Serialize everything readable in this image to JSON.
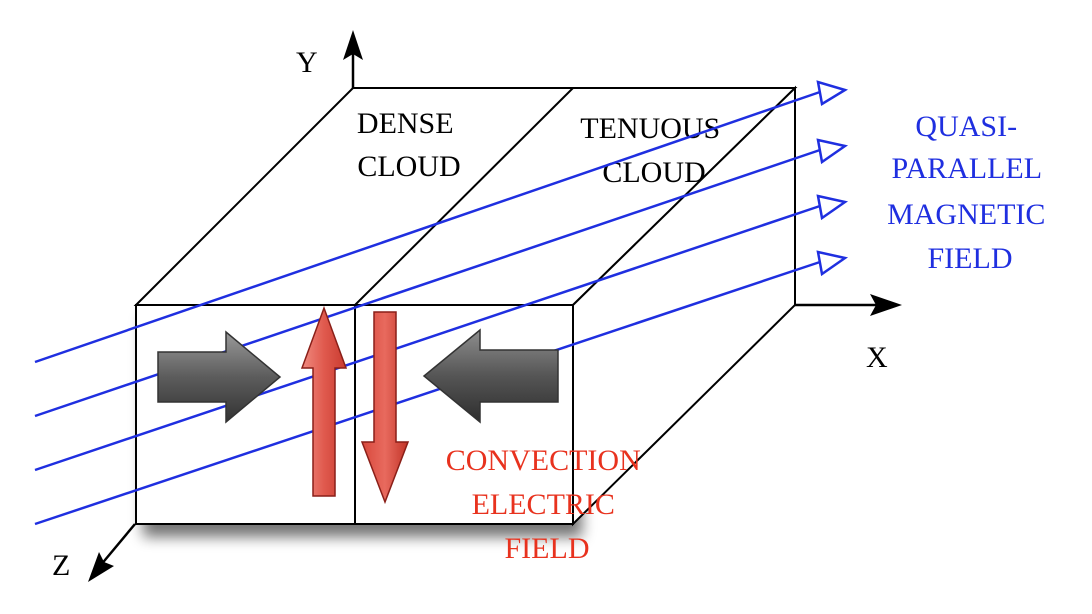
{
  "axes": {
    "y_label": "Y",
    "x_label": "X",
    "z_label": "Z"
  },
  "regions": {
    "dense": [
      "DENSE",
      "CLOUD"
    ],
    "tenuous": [
      "TENUOUS",
      "CLOUD"
    ]
  },
  "magnetic_field": {
    "lines": [
      "QUASI-",
      "PARALLEL",
      "MAGNETIC",
      "FIELD"
    ],
    "color": "#1f2fe0"
  },
  "electric_field": {
    "lines": [
      "CONVECTION",
      "ELECTRIC",
      "FIELD"
    ],
    "color": "#e8321e"
  },
  "colors": {
    "flow_arrow": "#666666",
    "efield_arrow": "#d9534a",
    "edge": "#000000"
  }
}
